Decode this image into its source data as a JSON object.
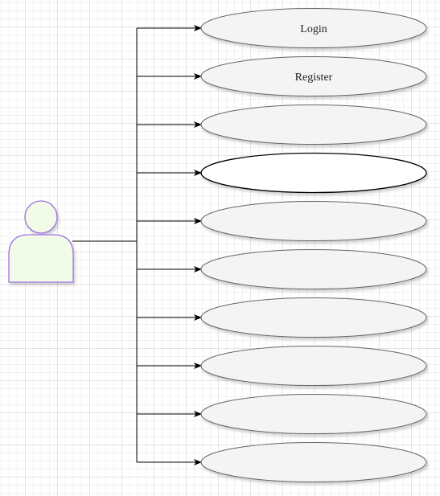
{
  "diagram": {
    "type": "use-case",
    "colors": {
      "actor_fill": "#f2fbe8",
      "actor_stroke": "#9e6fe0",
      "usecase_fill": "#f4f4f4",
      "usecase_highlight_fill": "#ffffff",
      "usecase_stroke": "#666666",
      "usecase_highlight_stroke": "#000000",
      "connector": "#000000"
    },
    "actor": {
      "label": ""
    },
    "use_cases": [
      {
        "label": "Login",
        "selected": false
      },
      {
        "label": "Register",
        "selected": false
      },
      {
        "label": "",
        "selected": false
      },
      {
        "label": "",
        "selected": true
      },
      {
        "label": "",
        "selected": false
      },
      {
        "label": "",
        "selected": false
      },
      {
        "label": "",
        "selected": false
      },
      {
        "label": "",
        "selected": false
      },
      {
        "label": "",
        "selected": false
      },
      {
        "label": "",
        "selected": false
      }
    ]
  }
}
